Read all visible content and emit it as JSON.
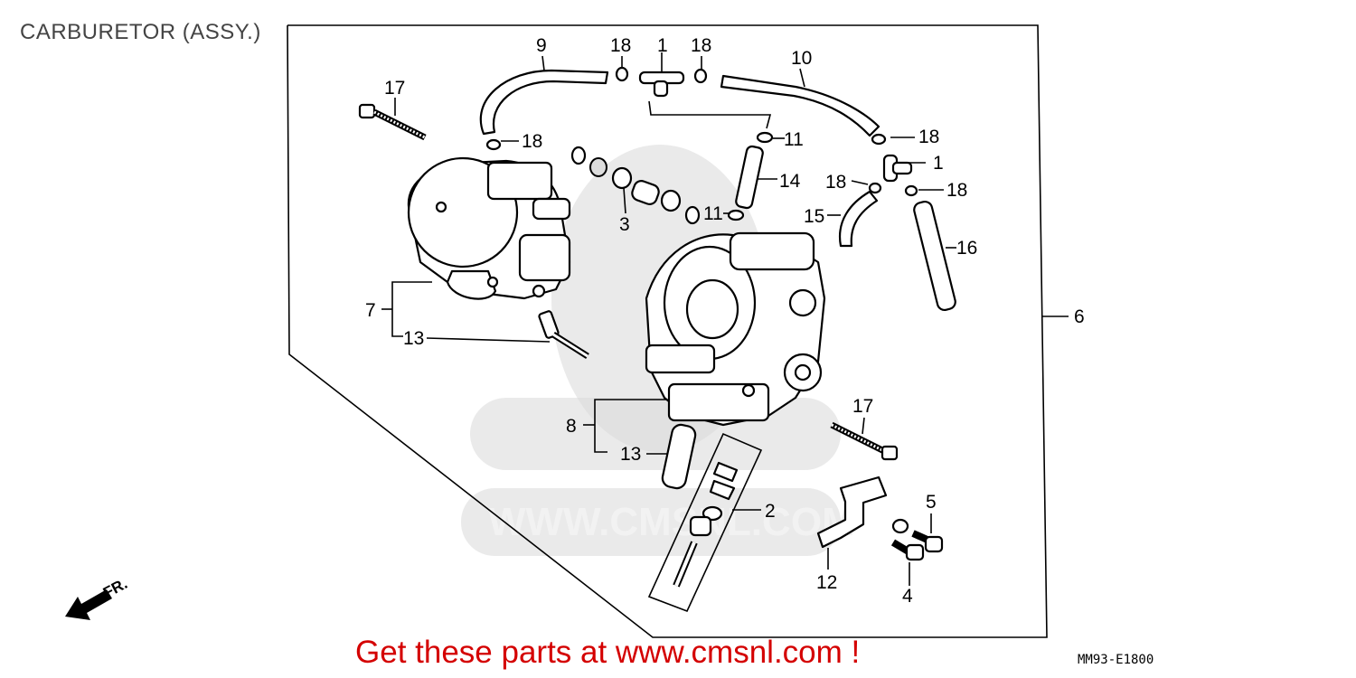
{
  "diagram": {
    "title": "CARBURETOR (ASSY.)",
    "code": "MM93-E1800",
    "front_marker": "FR.",
    "watermark_text": "WWW.CMSNL.COM"
  },
  "callouts": [
    "1",
    "1",
    "2",
    "3",
    "4",
    "5",
    "6",
    "7",
    "8",
    "9",
    "10",
    "11",
    "11",
    "12",
    "13",
    "13",
    "14",
    "15",
    "16",
    "17",
    "17",
    "18",
    "18",
    "18",
    "18",
    "18",
    "18"
  ],
  "promo": {
    "text": "Get these parts at www.cmsnl.com !"
  },
  "colors": {
    "promo": "#d40000",
    "watermark": "#d9d9d9",
    "title": "#444444"
  }
}
